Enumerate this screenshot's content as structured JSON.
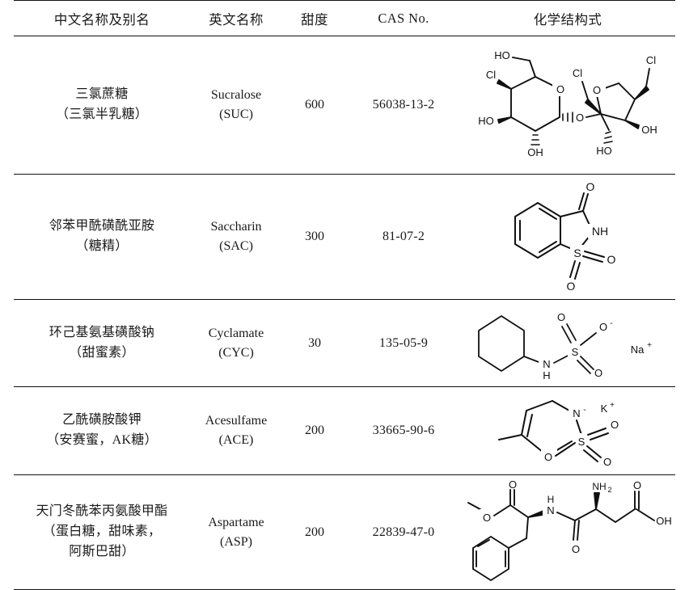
{
  "table": {
    "headers": [
      "中文名称及别名",
      "英文名称",
      "甜度",
      "CAS No.",
      "化学结构式"
    ],
    "rows": [
      {
        "cn_name_line1": "三氯蔗糖",
        "cn_name_line2": "（三氯半乳糖）",
        "cn_name_line3": "",
        "en_name_line1": "Sucralose",
        "en_name_line2": "(SUC)",
        "sweetness": "600",
        "cas_no": "56038-13-2",
        "structure_name": "sucralose-structure",
        "structure_labels": [
          "HO",
          "Cl",
          "HO",
          "OH",
          "O",
          "Cl",
          "Cl",
          "O",
          "OH",
          "HO",
          "OH"
        ]
      },
      {
        "cn_name_line1": "邻苯甲酰磺酰亚胺",
        "cn_name_line2": "（糖精）",
        "cn_name_line3": "",
        "en_name_line1": "Saccharin",
        "en_name_line2": "(SAC)",
        "sweetness": "300",
        "cas_no": "81-07-2",
        "structure_name": "saccharin-structure",
        "structure_labels": [
          "O",
          "NH",
          "S",
          "O",
          "O"
        ]
      },
      {
        "cn_name_line1": "环己基氨基磺酸钠",
        "cn_name_line2": "（甜蜜素）",
        "cn_name_line3": "",
        "en_name_line1": "Cyclamate",
        "en_name_line2": "(CYC)",
        "sweetness": "30",
        "cas_no": "135-05-9",
        "structure_name": "cyclamate-structure",
        "structure_labels": [
          "N",
          "H",
          "S",
          "O",
          "O",
          "O",
          "Na"
        ]
      },
      {
        "cn_name_line1": "乙酰磺胺酸钾",
        "cn_name_line2": "（安赛蜜，AK糖）",
        "cn_name_line3": "",
        "en_name_line1": "Acesulfame",
        "en_name_line2": "(ACE)",
        "sweetness": "200",
        "cas_no": "33665-90-6",
        "structure_name": "acesulfame-structure",
        "structure_labels": [
          "N",
          "K",
          "S",
          "O",
          "O",
          "O"
        ]
      },
      {
        "cn_name_line1": "天门冬酰苯丙氨酸甲酯",
        "cn_name_line2": "（蛋白糖，甜味素，",
        "cn_name_line3": "阿斯巴甜）",
        "en_name_line1": "Aspartame",
        "en_name_line2": "(ASP)",
        "sweetness": "200",
        "cas_no": "22839-47-0",
        "structure_name": "aspartame-structure",
        "structure_labels": [
          "O",
          "O",
          "H",
          "N",
          "NH2",
          "O",
          "O",
          "OH"
        ]
      }
    ]
  },
  "colors": {
    "rule": "#111111",
    "text": "#1a1a1a",
    "background": "#ffffff"
  }
}
